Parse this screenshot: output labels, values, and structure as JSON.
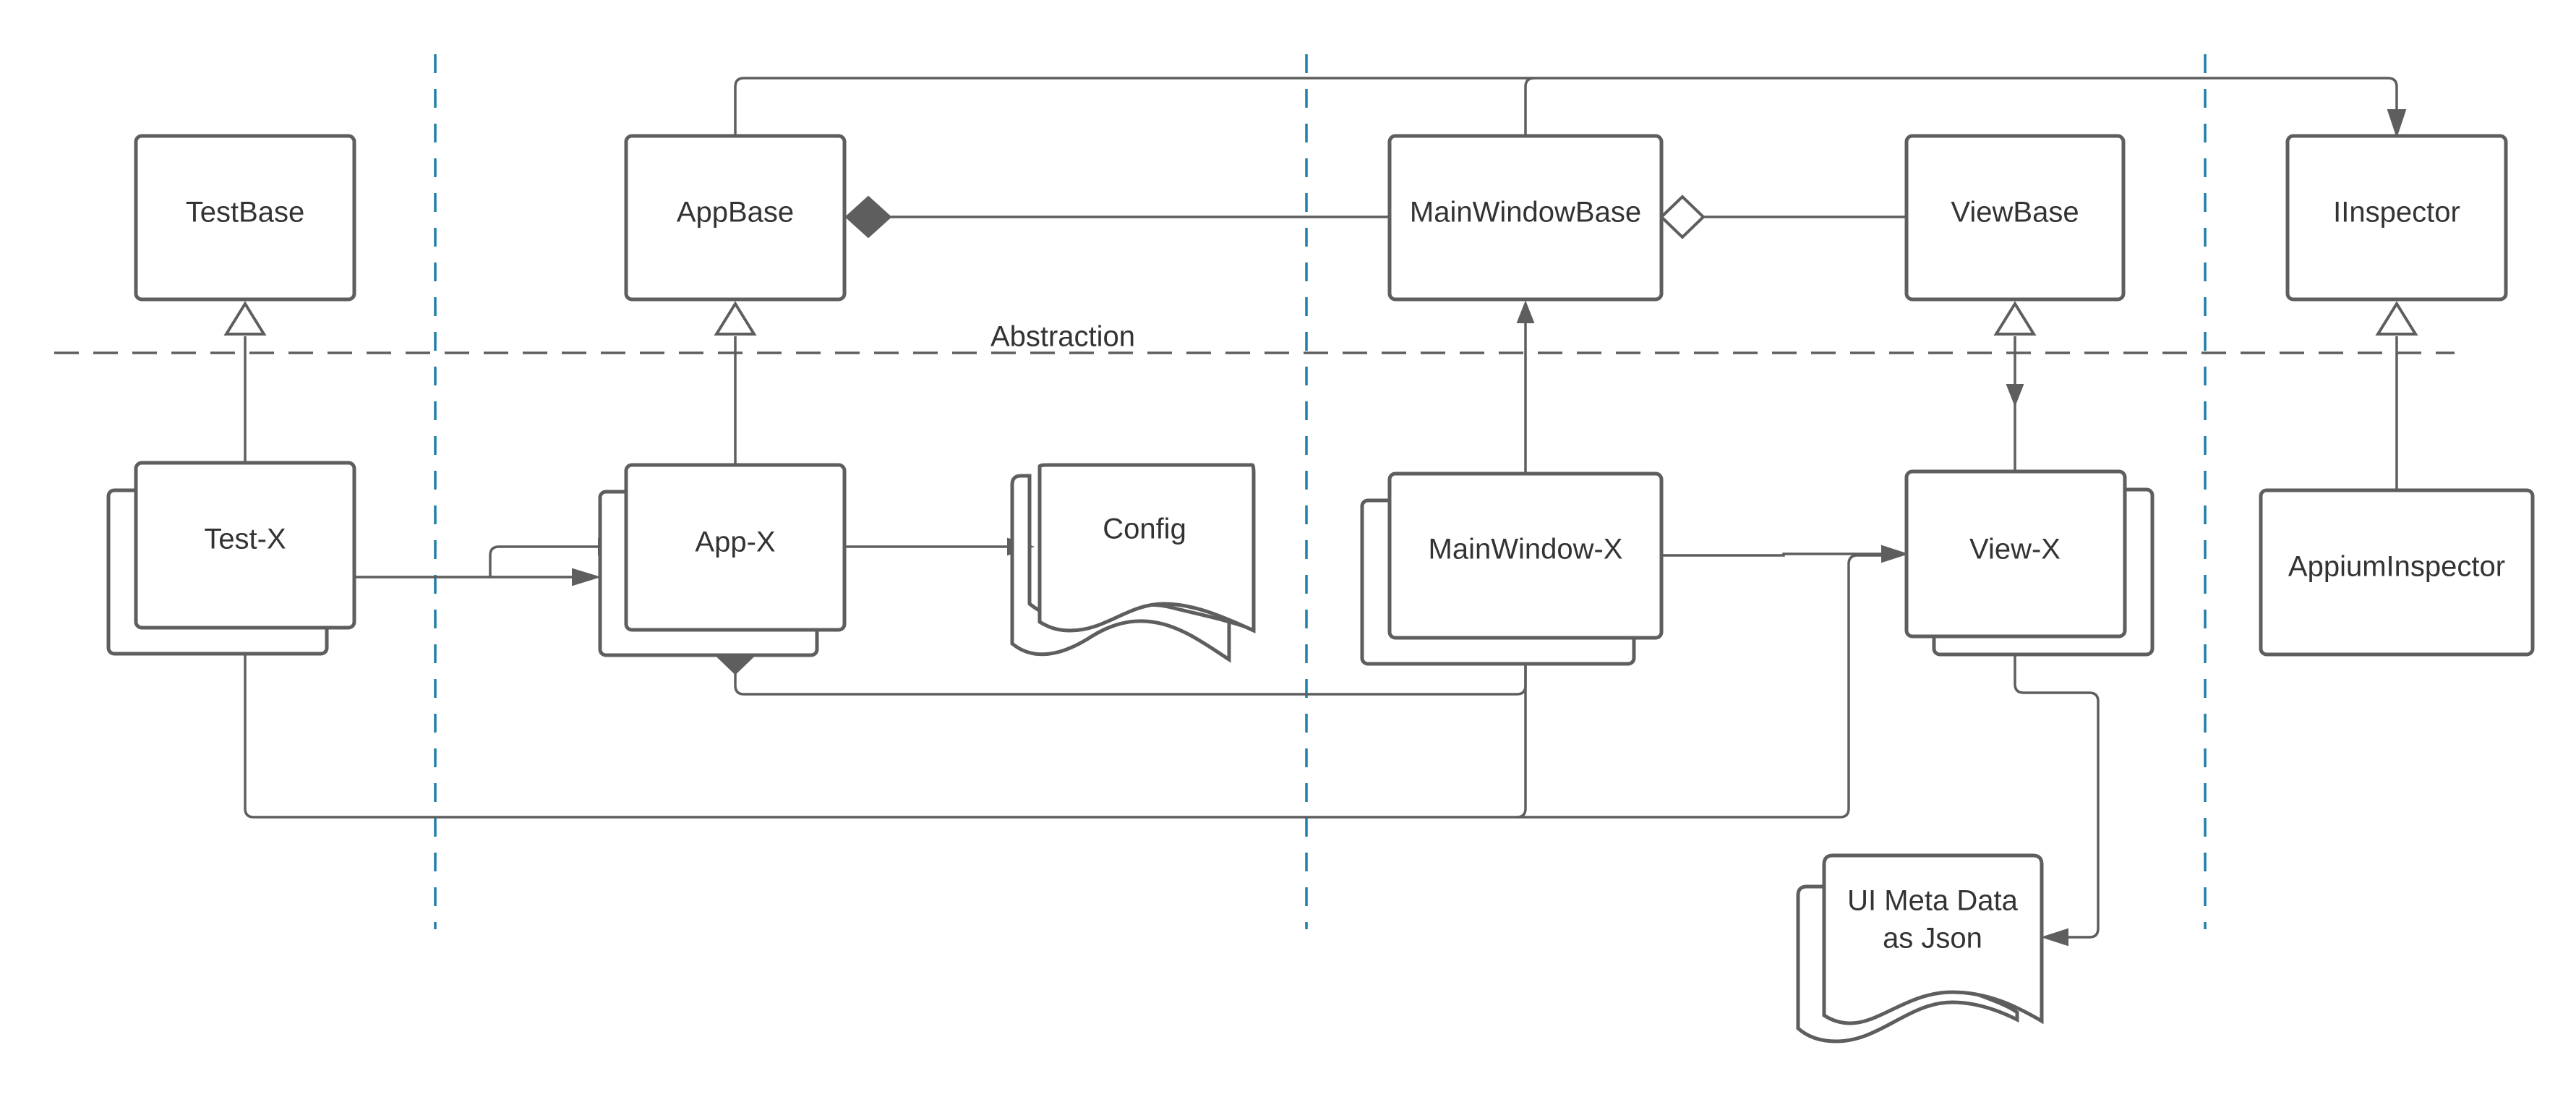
{
  "diagram": {
    "abstraction_label": "Abstraction",
    "nodes": {
      "test_base": "TestBase",
      "app_base": "AppBase",
      "main_window_base": "MainWindowBase",
      "view_base": "ViewBase",
      "iinspector": "IInspector",
      "test_x": "Test-X",
      "app_x": "App-X",
      "config": "Config",
      "main_window_x": "MainWindow-X",
      "view_x": "View-X",
      "appium_inspector": "AppiumInspector",
      "ui_meta_data_line1": "UI Meta Data",
      "ui_meta_data_line2": "as Json"
    },
    "colors": {
      "stroke": "#5e5e5e",
      "swimlane": "#1f7fa8",
      "text": "#333333"
    }
  }
}
